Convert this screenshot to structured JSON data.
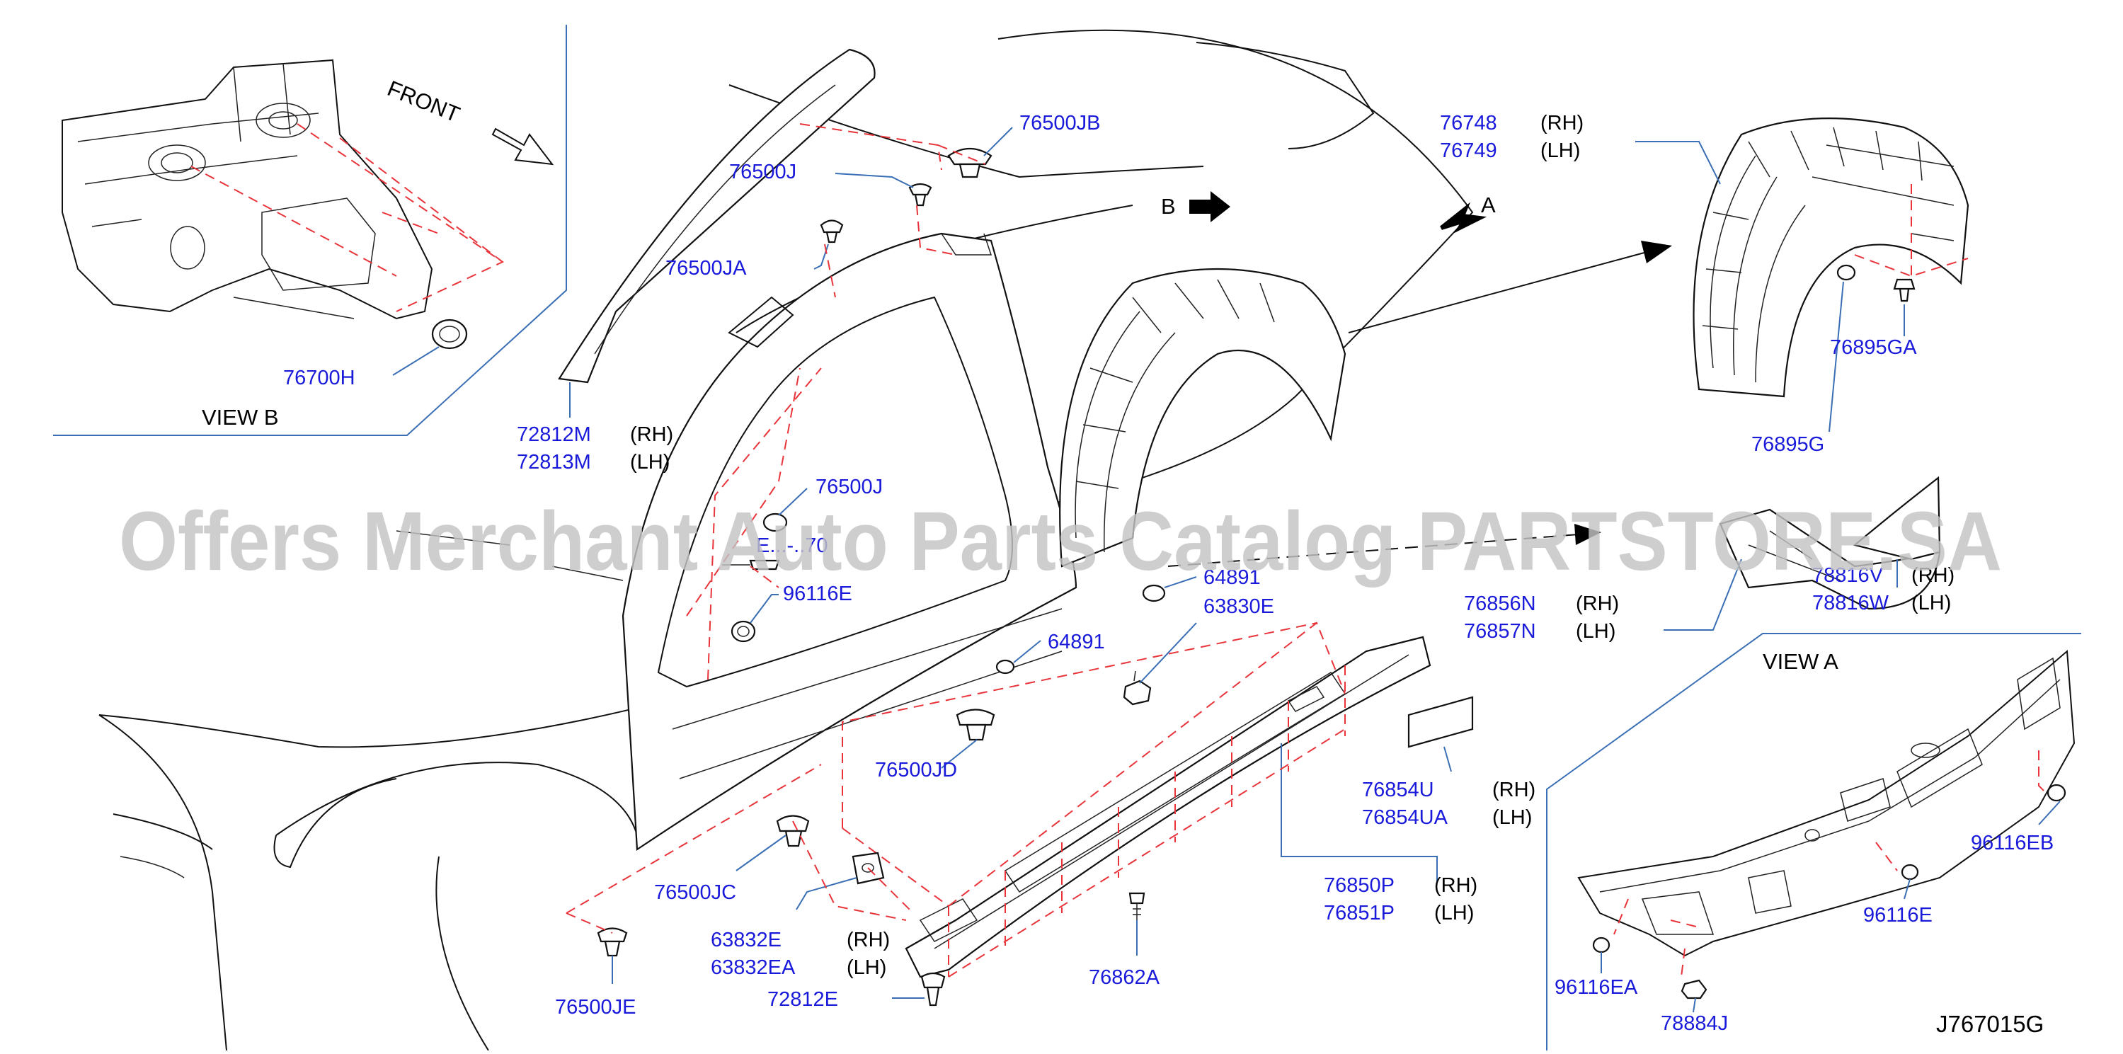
{
  "colors": {
    "part_number": "#1a1adb",
    "side_text": "#000000",
    "dash_lines": "#e8343a",
    "leader_lines": "#3a6fb5",
    "watermark": "#c4c4c4"
  },
  "labels": {
    "view_b": "VIEW   B",
    "view_a": "VIEW   A",
    "front": "FRONT",
    "arrow_b": "B",
    "arrow_a": "A",
    "diagram_ref": "J767015G"
  },
  "callouts": [
    {
      "id": "76700H",
      "part": "76700H",
      "side": ""
    },
    {
      "id": "72812M",
      "part": "72812M",
      "side": "(RH)"
    },
    {
      "id": "72813M",
      "part": "72813M",
      "side": "(LH)"
    },
    {
      "id": "76500J-a",
      "part": "76500J",
      "side": ""
    },
    {
      "id": "76500JB",
      "part": "76500JB",
      "side": ""
    },
    {
      "id": "76500JA",
      "part": "76500JA",
      "side": ""
    },
    {
      "id": "76748",
      "part": "76748",
      "side": "(RH)"
    },
    {
      "id": "76749",
      "part": "76749",
      "side": "(LH)"
    },
    {
      "id": "76895GA",
      "part": "76895GA",
      "side": ""
    },
    {
      "id": "76895G",
      "part": "76895G",
      "side": ""
    },
    {
      "id": "76500J-b",
      "part": "76500J",
      "side": ""
    },
    {
      "id": "96116E-a",
      "part": "96116E",
      "side": ""
    },
    {
      "id": "64891-a",
      "part": "64891",
      "side": ""
    },
    {
      "id": "64891-b",
      "part": "64891",
      "side": ""
    },
    {
      "id": "63830E",
      "part": "63830E",
      "side": ""
    },
    {
      "id": "78816V",
      "part": "78816V",
      "side": "(RH)"
    },
    {
      "id": "78816W",
      "part": "78816W",
      "side": "(LH)"
    },
    {
      "id": "76856N",
      "part": "76856N",
      "side": "(RH)"
    },
    {
      "id": "76857N",
      "part": "76857N",
      "side": "(LH)"
    },
    {
      "id": "76500JD",
      "part": "76500JD",
      "side": ""
    },
    {
      "id": "76854U",
      "part": "76854U",
      "side": "(RH)"
    },
    {
      "id": "76854UA",
      "part": "76854UA",
      "side": "(LH)"
    },
    {
      "id": "76850P",
      "part": "76850P",
      "side": "(RH)"
    },
    {
      "id": "76851P",
      "part": "76851P",
      "side": "(LH)"
    },
    {
      "id": "76500JC",
      "part": "76500JC",
      "side": ""
    },
    {
      "id": "63832E",
      "part": "63832E",
      "side": "(RH)"
    },
    {
      "id": "63832EA",
      "part": "63832EA",
      "side": "(LH)"
    },
    {
      "id": "76862A",
      "part": "76862A",
      "side": ""
    },
    {
      "id": "72812E",
      "part": "72812E",
      "side": ""
    },
    {
      "id": "76500JE",
      "part": "76500JE",
      "side": ""
    },
    {
      "id": "96116EB",
      "part": "96116EB",
      "side": ""
    },
    {
      "id": "96116E-b",
      "part": "96116E",
      "side": ""
    },
    {
      "id": "96116EA",
      "part": "96116EA",
      "side": ""
    },
    {
      "id": "78884J",
      "part": "78884J",
      "side": ""
    }
  ],
  "partial_callout": "E...-..70",
  "watermark": "Offers Merchant Auto Parts Catalog PARTSTORE.SA"
}
